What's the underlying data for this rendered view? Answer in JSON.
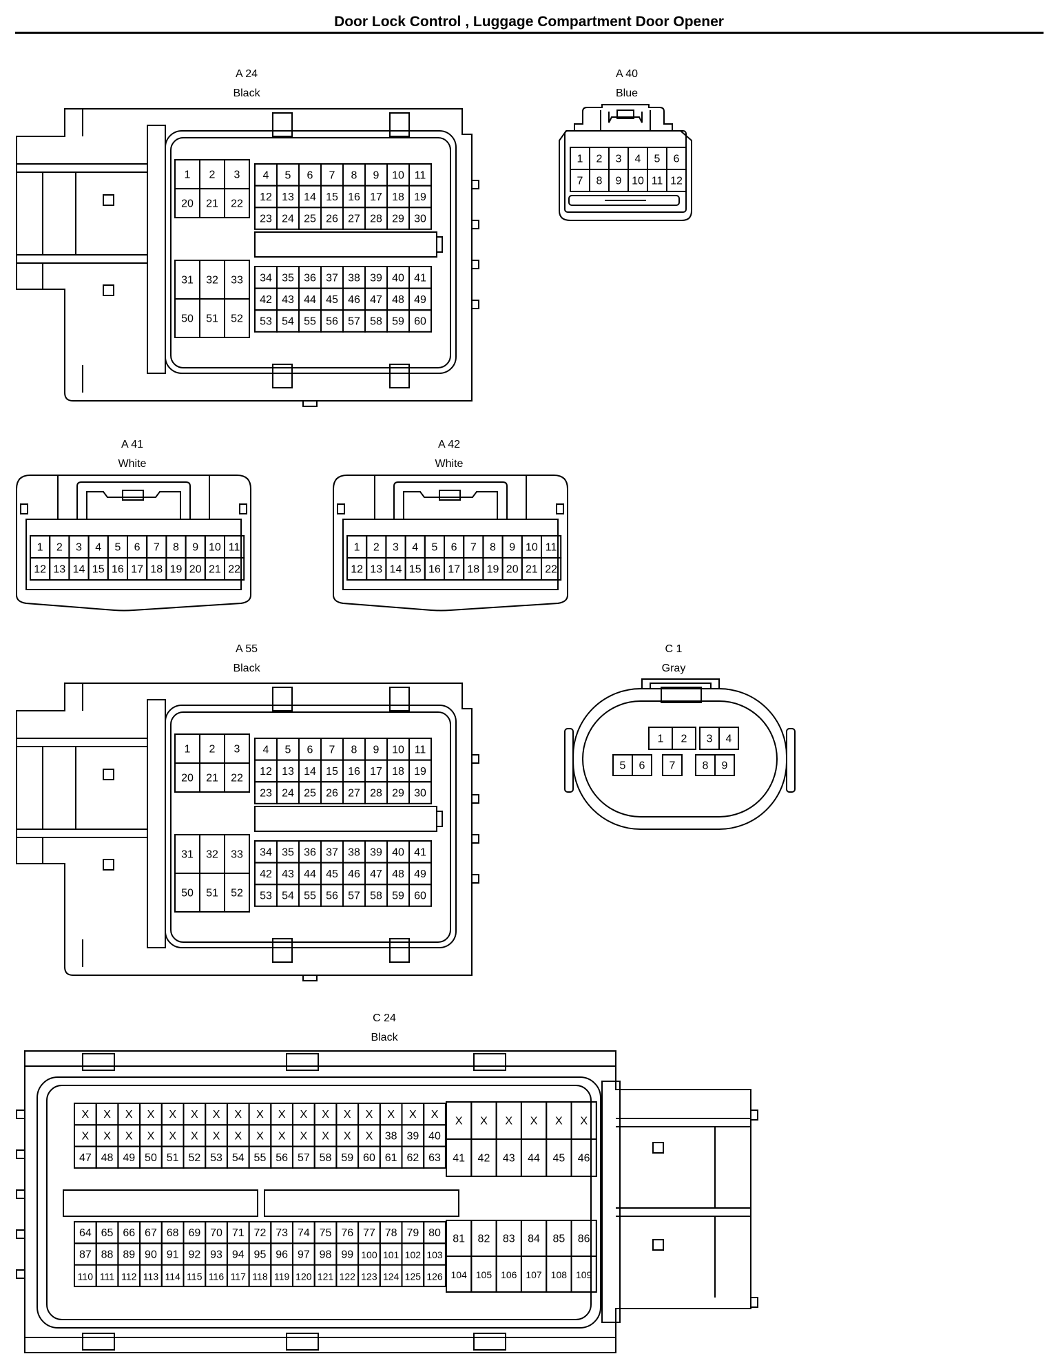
{
  "title": "Door Lock Control , Luggage Compartment Door Opener",
  "connectors": [
    {
      "id": "A 24",
      "color": "Black",
      "layout": "large60"
    },
    {
      "id": "A 40",
      "color": "Blue",
      "layout": "small12"
    },
    {
      "id": "A 41",
      "color": "White",
      "layout": "medium22"
    },
    {
      "id": "A 42",
      "color": "White",
      "layout": "medium22"
    },
    {
      "id": "A 55",
      "color": "Black",
      "layout": "large60"
    },
    {
      "id": "C 1",
      "color": "Gray",
      "layout": "oval9"
    },
    {
      "id": "C 24",
      "color": "Black",
      "layout": "xl126"
    }
  ]
}
